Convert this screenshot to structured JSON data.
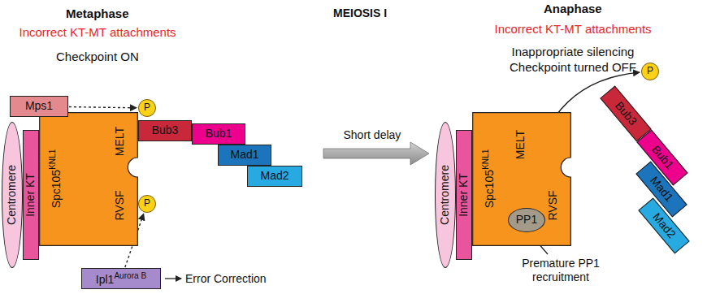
{
  "diagram": {
    "title": "MEIOSIS I",
    "nodes": [
      {
        "text": [
          "Centromere"
        ]
      },
      {
        "text": [
          "Inner KT"
        ]
      },
      {
        "text": [
          "Spc105",
          "KNL1",
          "MELT",
          "RVSF"
        ]
      },
      {
        "text": [
          "P"
        ]
      },
      {
        "text": [
          "Mps1"
        ]
      },
      {
        "text": [
          "Bub3"
        ]
      },
      {
        "text": [
          "Bub1"
        ]
      },
      {
        "text": [
          "Mad1"
        ]
      },
      {
        "text": [
          "Mad2"
        ]
      },
      {
        "text": [
          "P"
        ]
      },
      {
        "text": [
          "Ipl1",
          "Aurora B"
        ]
      },
      {
        "text": [
          "Centromere"
        ]
      },
      {
        "text": [
          "Inner KT"
        ]
      },
      {
        "text": [
          "Spc105",
          "KNL1",
          "MELT",
          "RVSF"
        ]
      },
      {
        "text": [
          "PP1"
        ],
        "in": 13
      },
      {
        "text": [
          "P"
        ]
      },
      {
        "text": [
          "Bub3"
        ]
      },
      {
        "text": [
          "Bub1"
        ]
      },
      {
        "text": [
          "Mad1"
        ]
      },
      {
        "text": [
          "Mad2"
        ]
      }
    ],
    "edges": [
      {
        "from": 4,
        "to": 3,
        "arrow": "to"
      },
      {
        "from": 10,
        "to": 9,
        "arrow": "to"
      },
      {
        "from": 14,
        "to": 15,
        "arrow": "to"
      }
    ],
    "labels": [
      "Metaphase",
      "Anaphase",
      "Incorrect KT-MT attachments",
      "Checkpoint ON",
      "Incorrect KT-MT attachments",
      "Inappropriate silencing",
      "Checkpoint turned OFF",
      "Short delay",
      "Error Correction",
      "Premature PP1 recruitment"
    ]
  }
}
